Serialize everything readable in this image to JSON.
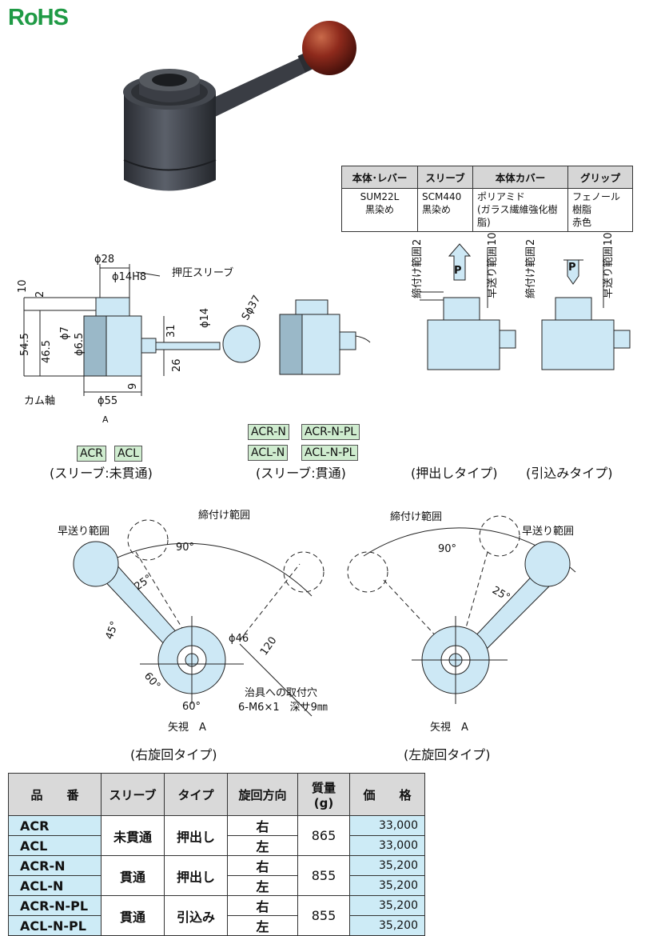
{
  "logo": "RoHS",
  "material_table": {
    "headers": [
      "本体･レバー",
      "スリーブ",
      "本体カバー",
      "グリップ"
    ],
    "row": [
      [
        "SUM22L",
        "黒染め"
      ],
      [
        "SCM440",
        "黒染め"
      ],
      [
        "ポリアミド",
        "(ガラス繊維強化樹脂)"
      ],
      [
        "フェノール樹脂",
        "赤色"
      ]
    ]
  },
  "drawing_left": {
    "dims": {
      "d28": "ϕ28",
      "d14h8": "ϕ14H8",
      "sleeve": "押圧スリーブ",
      "d14": "ϕ14",
      "s37": "Sϕ37",
      "h10": "10",
      "h2": "2",
      "h545": "54.5",
      "h465": "46.5",
      "d7": "ϕ7",
      "d65": "ϕ6.5",
      "h31": "31",
      "h26": "26",
      "h9": "9",
      "d55": "ϕ55",
      "cam": "カム軸",
      "arrowA": "A"
    }
  },
  "drawing_push": {
    "clamp": "締付け範囲",
    "clamp_v": "2",
    "fast": "早送り範囲",
    "fast_v": "10",
    "p": "P"
  },
  "drawing_pull": {
    "clamp": "締付け範囲",
    "clamp_v": "2",
    "fast": "早送り範囲",
    "fast_v": "10",
    "p": "P"
  },
  "badges": {
    "acr": "ACR",
    "acl": "ACL",
    "acrn": "ACR-N",
    "acrnpl": "ACR-N-PL",
    "acln": "ACL-N",
    "aclnpl": "ACL-N-PL"
  },
  "captions": {
    "sleeve_closed": "(スリーブ:未貫通)",
    "sleeve_through": "(スリーブ:貫通)",
    "push_type": "(押出しタイプ)",
    "pull_type": "(引込みタイプ)",
    "right_turn": "(右旋回タイプ)",
    "left_turn": "(左旋回タイプ)"
  },
  "view_right": {
    "clamp": "締付け範囲",
    "fast": "早送り範囲",
    "a90": "90°",
    "a25": "25°",
    "a45": "45°",
    "a60": "60°",
    "a60b": "60°",
    "d46": "ϕ46",
    "r120": "120",
    "hole1": "治具への取付穴",
    "hole2": "6-M6×1　深サ9㎜",
    "view": "矢視　A"
  },
  "view_left": {
    "clamp": "締付け範囲",
    "fast": "早送り範囲",
    "a90": "90°",
    "a25": "25°",
    "view": "矢視　A"
  },
  "price_table": {
    "headers": [
      "品　　番",
      "スリーブ",
      "タイプ",
      "旋回方向",
      "質量\n(g)",
      "価　　格"
    ],
    "rows": [
      {
        "model": "ACR",
        "dir": "右",
        "price": "33,000"
      },
      {
        "model": "ACL",
        "dir": "左",
        "price": "33,000"
      },
      {
        "model": "ACR-N",
        "dir": "右",
        "price": "35,200"
      },
      {
        "model": "ACL-N",
        "dir": "左",
        "price": "35,200"
      },
      {
        "model": "ACR-N-PL",
        "dir": "右",
        "price": "35,200"
      },
      {
        "model": "ACL-N-PL",
        "dir": "左",
        "price": "35,200"
      }
    ],
    "groups": [
      {
        "sleeve": "未貫通",
        "type": "押出し",
        "mass": "865"
      },
      {
        "sleeve": "貫通",
        "type": "押出し",
        "mass": "855"
      },
      {
        "sleeve": "貫通",
        "type": "引込み",
        "mass": "855"
      }
    ]
  }
}
